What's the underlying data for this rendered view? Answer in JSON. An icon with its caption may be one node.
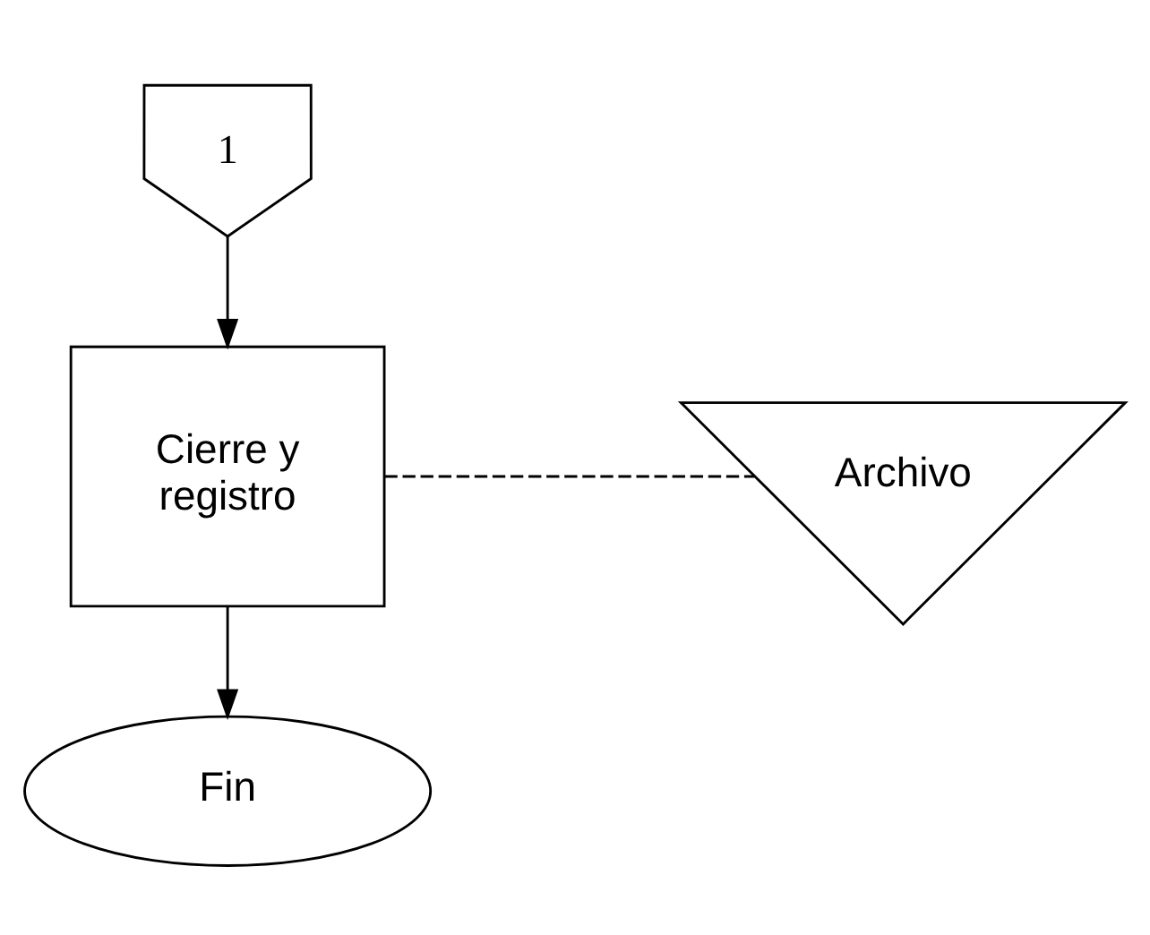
{
  "diagram": {
    "nodes": [
      {
        "text": [
          "1"
        ]
      },
      {
        "text": [
          "Cierre y registro"
        ]
      },
      {
        "text": [
          "Archivo"
        ]
      },
      {
        "text": [
          "Fin"
        ]
      }
    ],
    "edges": [
      {
        "from": 0,
        "to": 1,
        "arrow": "to"
      },
      {
        "from": 1,
        "to": 2,
        "arrow": "none",
        "style": "dashed"
      },
      {
        "from": 1,
        "to": 3,
        "arrow": "to"
      }
    ]
  }
}
